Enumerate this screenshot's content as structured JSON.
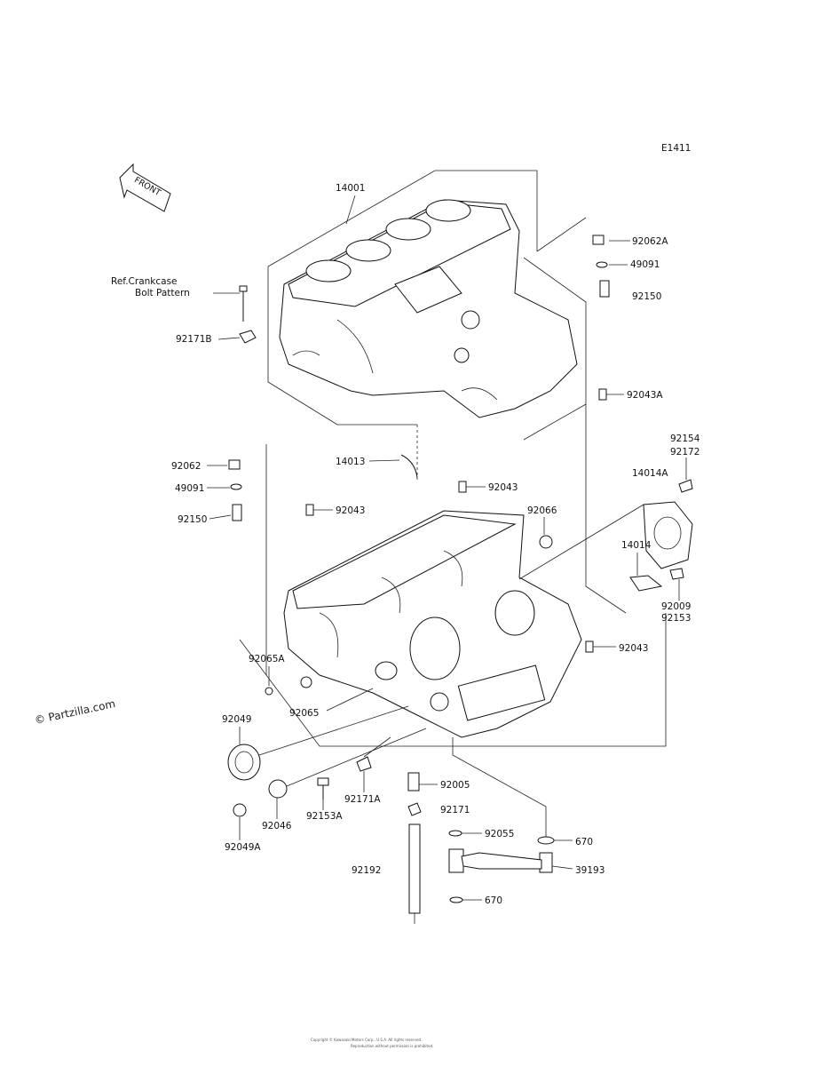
{
  "diagram_id": "E1411",
  "watermark": "© Partzilla.com",
  "front_arrow": "FRONT",
  "reference_note": [
    "Ref.Crankcase",
    "Bolt Pattern"
  ],
  "labels": {
    "p14001": "14001",
    "p92062A": "92062A",
    "p49091a": "49091",
    "p92150a": "92150",
    "p92171B": "92171B",
    "p92043A": "92043A",
    "p92062": "92062",
    "p49091b": "49091",
    "p92150b": "92150",
    "p14013": "14013",
    "p92154": "92154",
    "p92172": "92172",
    "p14014A": "14014A",
    "p92043a": "92043",
    "p92043b": "92043",
    "p92066": "92066",
    "p14014": "14014",
    "p92009": "92009",
    "p92153": "92153",
    "p92043c": "92043",
    "p92065A": "92065A",
    "p92065": "92065",
    "p92049": "92049",
    "p92005": "92005",
    "p92171A": "92171A",
    "p92171": "92171",
    "p92153A": "92153A",
    "p92046": "92046",
    "p92049A": "92049A",
    "p92055": "92055",
    "p670a": "670",
    "p92192": "92192",
    "p39193": "39193",
    "p670b": "670"
  },
  "footer": [
    "Copyright © Kawasaki Motors Corp., U.S.A. All rights reserved.",
    "Reproduction without permission is prohibited."
  ]
}
